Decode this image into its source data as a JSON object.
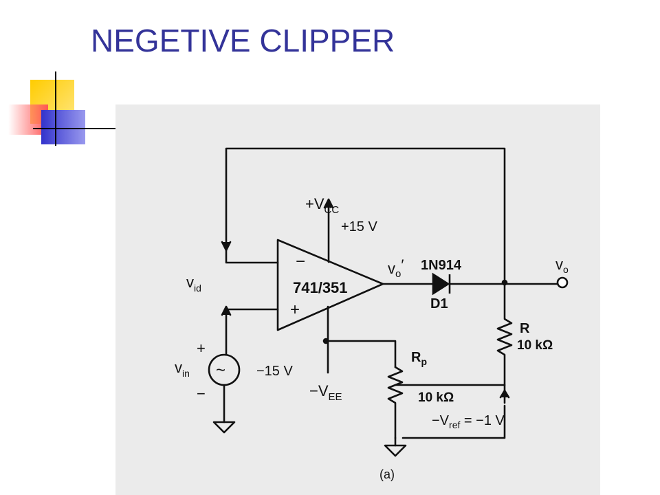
{
  "slide": {
    "title": "NEGETIVE CLIPPER"
  },
  "circuit": {
    "vcc": "+V",
    "vcc_sub": "CC",
    "vcc_value": "+15 V",
    "op_amp": "741/351",
    "inv_sign": "−",
    "noninv_sign": "+",
    "vo_prime": "v",
    "vo_prime_sub": "o",
    "vo_prime_mark": "′",
    "diode_part": "1N914",
    "diode_name": "D1",
    "vo": "v",
    "vo_sub": "o",
    "vid": "v",
    "vid_sub": "id",
    "vin": "v",
    "vin_sub": "in",
    "src_plus": "+",
    "src_minus": "−",
    "src_symbol": "~",
    "vee_value": "−15 V",
    "vee": "−V",
    "vee_sub": "EE",
    "r_label": "R",
    "r_value": "10 kΩ",
    "rp_label": "R",
    "rp_sub": "p",
    "rp_value": "10 kΩ",
    "vref_prefix": "−V",
    "vref_sub": "ref",
    "vref_suffix": " = −1 V",
    "caption": "(a)"
  },
  "colors": {
    "title": "#333399",
    "deco_yellow": "#ffcc00",
    "deco_blue": "#3333cc",
    "deco_red": "#ff3333"
  },
  "icons": [
    "op-amp-symbol",
    "diode-symbol",
    "resistor-symbol",
    "potentiometer-symbol",
    "ac-source-symbol",
    "ground-symbol"
  ]
}
